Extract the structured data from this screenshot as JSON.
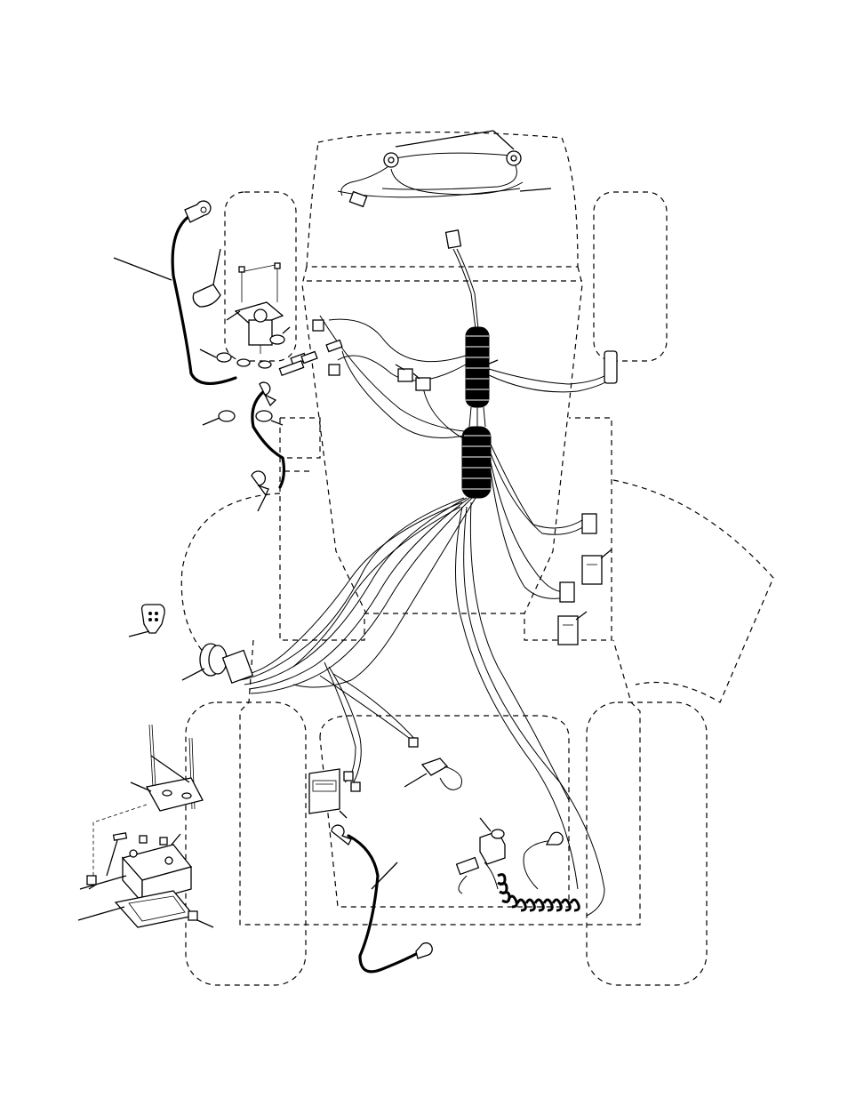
{
  "diagram": {
    "type": "exploded-wiring-diagram",
    "colors": {
      "ink": "#000000",
      "paper": "#ffffff"
    },
    "parts": [
      {
        "id": "headlight-harness",
        "icon": "headlight-bulb-icon"
      },
      {
        "id": "main-wire-harness",
        "icon": "wire-harness-icon"
      },
      {
        "id": "solenoid",
        "icon": "solenoid-icon"
      },
      {
        "id": "ignition-switch",
        "icon": "ignition-switch-icon"
      },
      {
        "id": "key",
        "icon": "key-icon"
      },
      {
        "id": "battery",
        "icon": "battery-icon"
      },
      {
        "id": "battery-tray",
        "icon": "tray-icon"
      },
      {
        "id": "battery-holddown",
        "icon": "bracket-icon"
      },
      {
        "id": "battery-cable-negative",
        "icon": "cable-icon"
      },
      {
        "id": "battery-cable-positive",
        "icon": "cable-icon"
      },
      {
        "id": "hourmeter",
        "icon": "gauge-icon"
      },
      {
        "id": "fuse",
        "icon": "fuse-icon"
      },
      {
        "id": "interlock-switch-1",
        "icon": "switch-icon"
      },
      {
        "id": "interlock-switch-2",
        "icon": "switch-icon"
      },
      {
        "id": "pto-switch",
        "icon": "switch-icon"
      },
      {
        "id": "coil-cord",
        "icon": "coil-icon"
      }
    ]
  }
}
